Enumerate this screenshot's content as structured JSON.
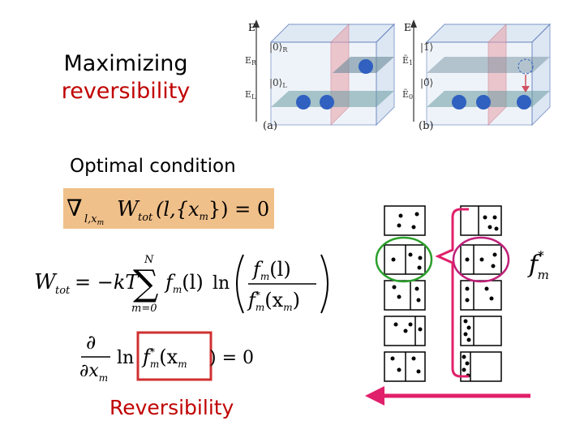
{
  "slide": {
    "title_line1": "Maximizing",
    "title_line2": "reversibility",
    "optimal_label": "Optimal condition",
    "reversibility_label": "Reversibility"
  },
  "diagram_a": {
    "axis": "E",
    "level_top": "E",
    "level_top_sub": "R",
    "level_bottom": "E",
    "level_bottom_sub": "L",
    "state_top": "|0⟩",
    "state_top_sub": "R",
    "state_bottom": "|0⟩",
    "state_bottom_sub": "L",
    "caption": "(a)"
  },
  "diagram_b": {
    "axis": "E",
    "level_top": "Ẽ",
    "level_top_sub": "1",
    "level_bottom": "Ẽ",
    "level_bottom_sub": "0",
    "state_top": "|1̃⟩",
    "state_bottom": "|0̃⟩",
    "caption": "(b)"
  },
  "equations": {
    "gradient": "∇",
    "gradient_sub": "l,x",
    "gradient_sub_m": "m",
    "gradient_rhs": "W",
    "gradient_rhs_sub": "tot",
    "gradient_args": "(l,{x",
    "gradient_args_sub": "m",
    "gradient_tail": "}) = 0",
    "wtot": "W",
    "wtot_sub": "tot",
    "wtot_eq": "= −kT",
    "sum_top": "N",
    "sum_sym": "∑",
    "sum_bottom": "m=0",
    "fm_l": "f",
    "ln": "ln",
    "frac_num": "f",
    "frac_num_arg": "(l)",
    "frac_den": "f",
    "frac_den_arg": "(x",
    "sub_m": "m",
    "star": "*",
    "partial_num": "∂",
    "partial_den": "∂x",
    "ln2": "ln",
    "boxed_f": "f",
    "boxed_arg": "(x",
    "eq_zero": ") = 0",
    "fm_star_label": "f",
    "fm_star_sup": "*",
    "fm_star_sub": "m"
  },
  "colors": {
    "red": "#c00000",
    "green": "#2aa02a",
    "magenta": "#c0207a",
    "arrow": "#e0206a",
    "highlight": "#f0c08a",
    "box_red": "#d03030"
  }
}
